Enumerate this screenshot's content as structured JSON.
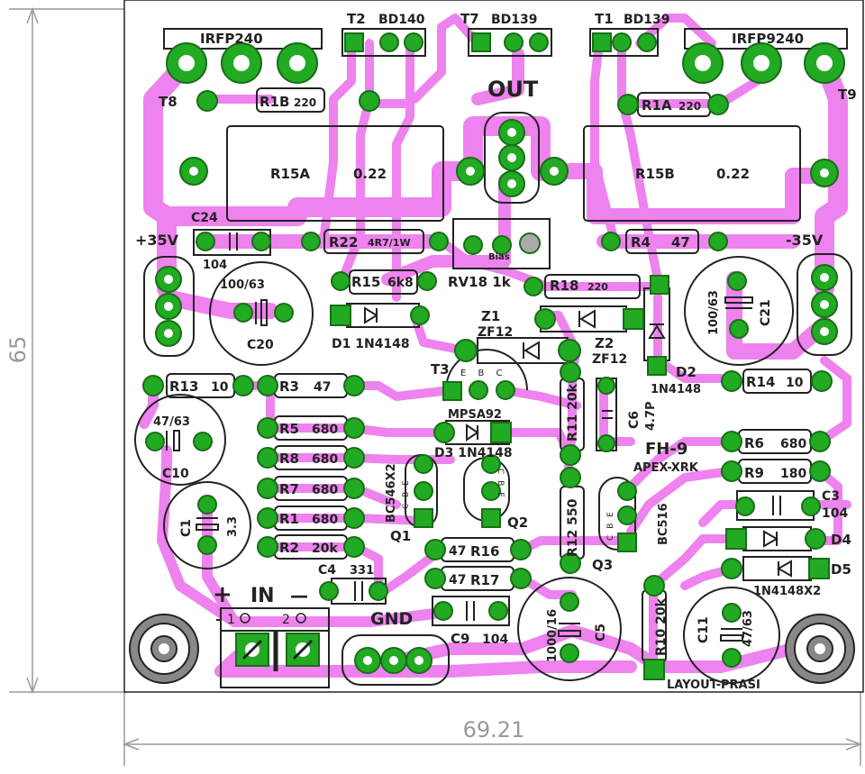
{
  "colors": {
    "trace": "#ee82ee",
    "pad": "#22aa22",
    "silk": "#222222",
    "dim": "#999999",
    "board_bg": "#ffffff",
    "hole": "#ffffff"
  },
  "dimensions": {
    "height": "65",
    "width": "69.21"
  },
  "board": {
    "title": "FH-9",
    "subtitle": "APEX-XRK",
    "credit": "LAYOUT-PRASI",
    "out_label": "OUT",
    "gnd_label": "GND",
    "in_label": "IN",
    "plus_sign": "+",
    "minus_sign": "—",
    "pos_supply": "+35V",
    "neg_supply": "-35V",
    "term_1": "1",
    "term_2": "2"
  },
  "components": {
    "t8": "T8",
    "t9": "T9",
    "irfp240": "IRFP240",
    "irfp9240": "IRFP9240",
    "t2": "T2",
    "t2_part": "BD140",
    "t7": "T7",
    "t7_part": "BD139",
    "t1": "T1",
    "t1_part": "BD139",
    "r1b": "R1B",
    "r1b_val": "220",
    "r1a": "R1A",
    "r1a_val": "220",
    "r15a": "R15A",
    "r15a_val": "0.22",
    "r15b": "R15B",
    "r15b_val": "0.22",
    "c24": "C24",
    "c24_val": "104",
    "r22": "R22",
    "r22_val": "4R7/1W",
    "bias": "Bias",
    "r4": "R4",
    "r4_val": "47",
    "r15": "R15",
    "r15_val": "6k8",
    "rv18": "RV18 1k",
    "r18": "R18",
    "r18_val": "220",
    "c20_val": "100/63",
    "c20": "C20",
    "c21_val": "100/63",
    "c21": "C21",
    "d1": "D1 1N4148",
    "z1": "Z1",
    "z1_val": "ZF12",
    "z2": "Z2",
    "z2_val": "ZF12",
    "d2": "D2",
    "d2_val": "1N4148",
    "r13": "R13",
    "r13_val": "10",
    "r3": "R3",
    "r3_val": "47",
    "t3": "T3",
    "t3_pins": "E B C",
    "mpsa92": "MPSA92",
    "r11": "R11 20k",
    "c6": "C6",
    "c6_val": "4.7P",
    "r14": "R14",
    "r14_val": "10",
    "c10_val": "47/63",
    "c10": "C10",
    "r5": "R5",
    "r5_val": "680",
    "r8": "R8",
    "r8_val": "680",
    "r7": "R7",
    "r7_val": "680",
    "r1": "R1",
    "r1_val": "680",
    "r2": "R2",
    "r2_val": "20k",
    "d3": "D3 1N4148",
    "r6": "R6",
    "r6_val": "680",
    "r9": "R9",
    "r9_val": "180",
    "c3": "C3",
    "c3_val": "104",
    "c1": "C1",
    "c1_val": "3.3",
    "bc546x2": "BC546X2",
    "q1": "Q1",
    "q2": "Q2",
    "q3": "Q3",
    "q_pins": "C B E",
    "r12": "R12 550",
    "bc516": "BC516",
    "d4": "D4",
    "d5": "D5",
    "d45_val": "1N4148X2",
    "r16": "R16",
    "r16_val": "47",
    "r17": "R17",
    "r17_val": "47",
    "c4": "C4",
    "c4_val": "331",
    "c5_val": "1000/16",
    "c5": "C5",
    "c9": "C9",
    "c9_val": "104",
    "r10": "R10 20k",
    "c11": "C11",
    "c11_val": "47/63"
  }
}
